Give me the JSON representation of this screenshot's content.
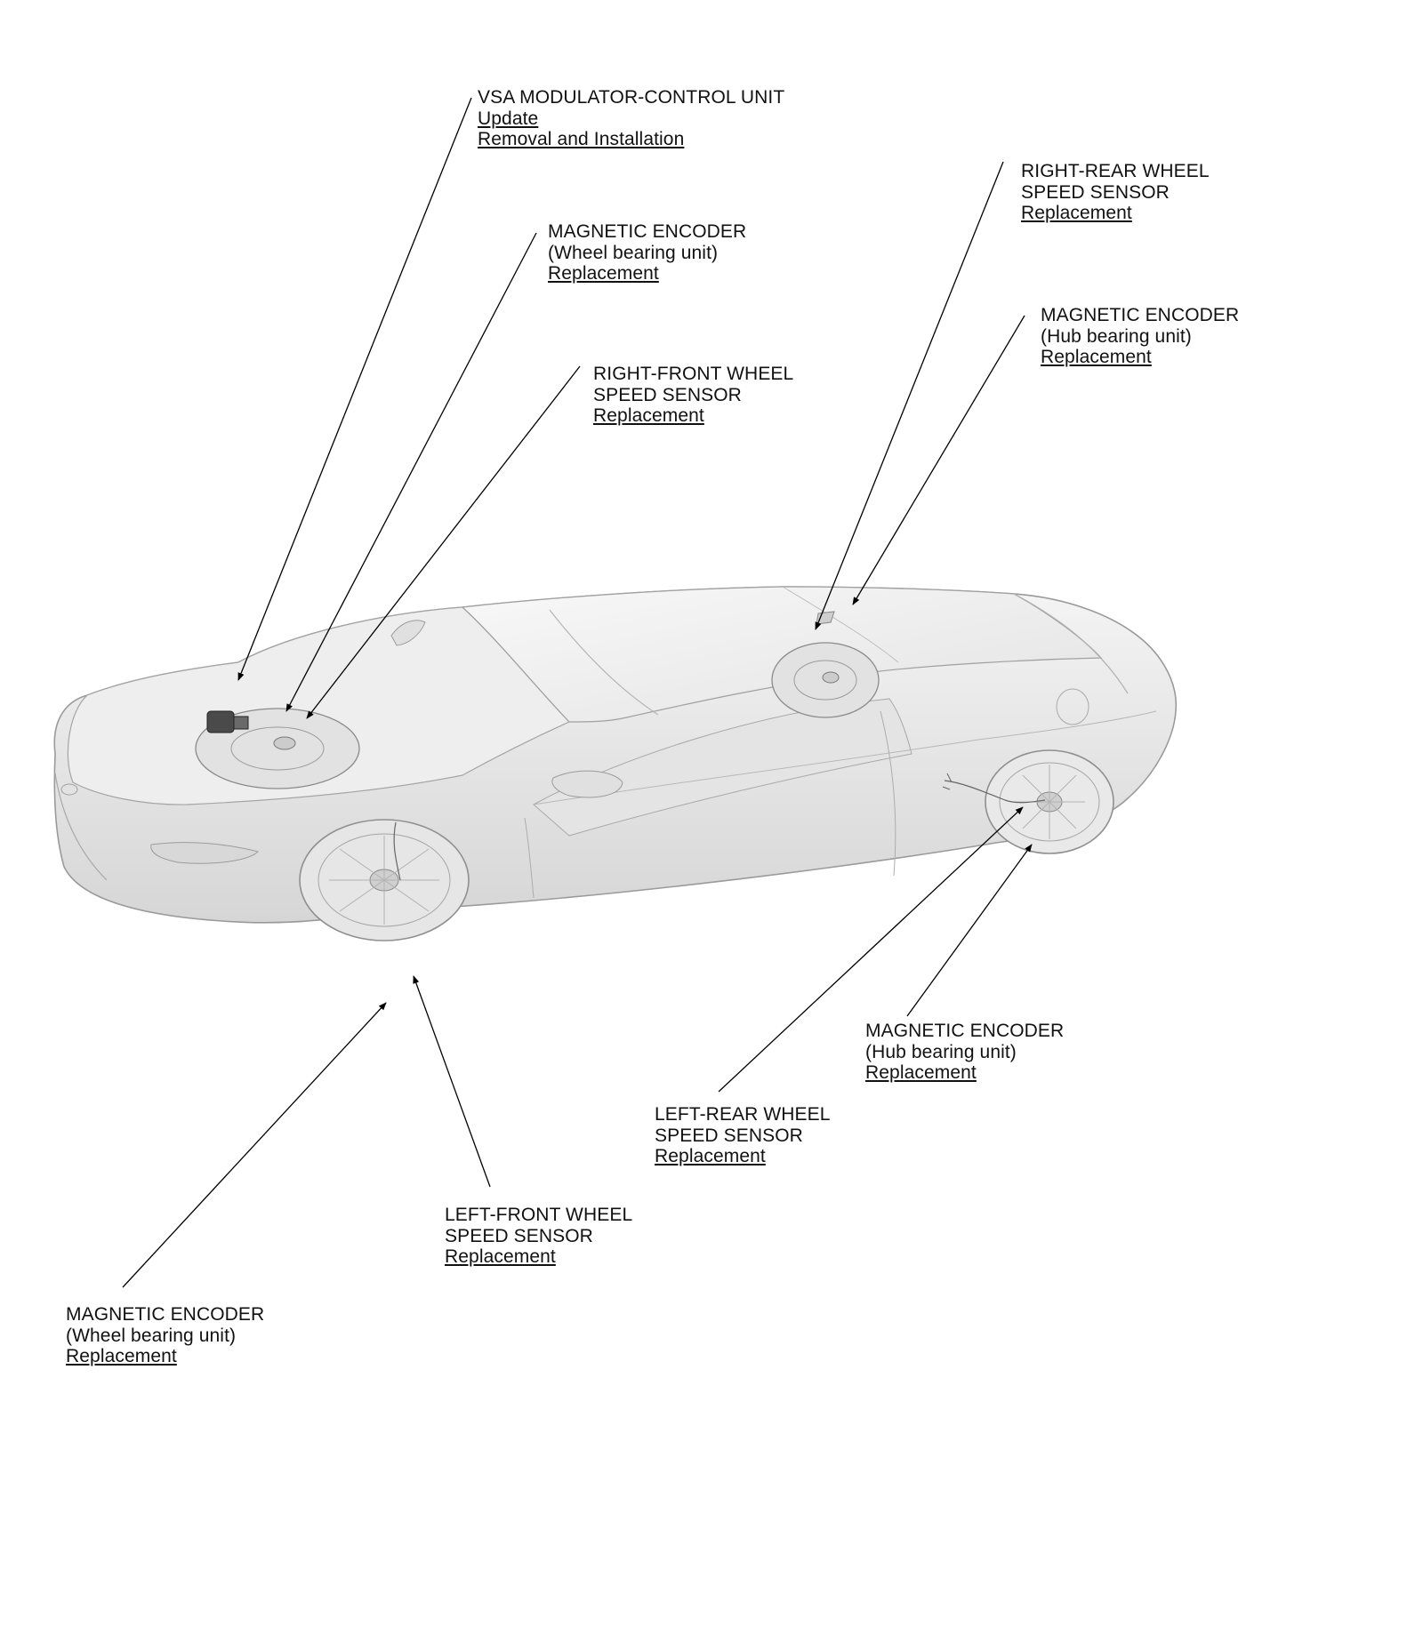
{
  "callouts": {
    "vsa": {
      "title": "VSA MODULATOR-CONTROL UNIT",
      "links": [
        "Update",
        "Removal and Installation"
      ]
    },
    "enc_rf": {
      "title": "MAGNETIC ENCODER",
      "sub": "(Wheel bearing unit)",
      "link": "Replacement"
    },
    "wss_rf": {
      "title1": "RIGHT-FRONT WHEEL",
      "title2": "SPEED SENSOR",
      "link": "Replacement"
    },
    "wss_rr": {
      "title1": "RIGHT-REAR WHEEL",
      "title2": "SPEED SENSOR",
      "link": "Replacement"
    },
    "enc_rr": {
      "title": "MAGNETIC ENCODER",
      "sub": "(Hub bearing unit)",
      "link": "Replacement"
    },
    "enc_lr": {
      "title": "MAGNETIC ENCODER",
      "sub": "(Hub bearing unit)",
      "link": "Replacement"
    },
    "wss_lr": {
      "title1": "LEFT-REAR WHEEL",
      "title2": "SPEED SENSOR",
      "link": "Replacement"
    },
    "wss_lf": {
      "title1": "LEFT-FRONT WHEEL",
      "title2": "SPEED SENSOR",
      "link": "Replacement"
    },
    "enc_lf": {
      "title": "MAGNETIC ENCODER",
      "sub": "(Wheel bearing unit)",
      "link": "Replacement"
    }
  }
}
